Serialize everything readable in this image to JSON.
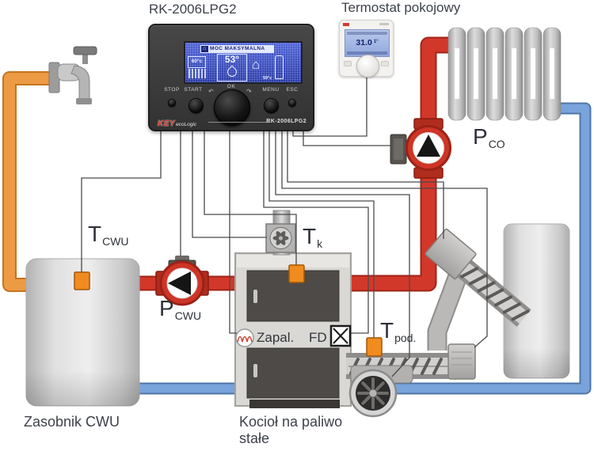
{
  "titles": {
    "controller": "RK-2006LPG2",
    "thermostat": "Termostat pokojowy"
  },
  "controller": {
    "lcd": {
      "header": "MOC MAKSYMALNA",
      "left_temp": "60°c",
      "main_temp": "53°",
      "right_temp": "59°c"
    },
    "buttons": {
      "stop": "STOP",
      "start": "START",
      "ok": "OK",
      "menu": "MENU",
      "esc": "ESC"
    },
    "brand": "KEY",
    "brand_suffix": "ecoLogic",
    "model": "RK-2006LPG2"
  },
  "thermostat": {
    "reading": "31.0",
    "secondary": "1°"
  },
  "labels": {
    "t_cwu_main": "T",
    "t_cwu_sub": "CWU",
    "p_cwu_main": "P",
    "p_cwu_sub": "CWU",
    "p_co_main": "P",
    "p_co_sub": "CO",
    "t_k_main": "T",
    "t_k_sub": "k",
    "t_pod_main": "T",
    "t_pod_sub": "pod.",
    "igniter": "Zapal.",
    "flame_detector": "FD",
    "tank": "Zasobnik CWU",
    "boiler_line1": "Kocioł na paliwo",
    "boiler_line2": "stałe"
  },
  "icons": {
    "house": "⌂"
  },
  "colors": {
    "hot_pipe": "#d2382a",
    "return_pipe": "#79a3db",
    "cold_water_pipe": "#ec9a44",
    "pump_body": "#ce3526",
    "sensor": "#ef8b1f",
    "lcd_blue": "#3a50c0",
    "wire": "#4a4a4a"
  }
}
